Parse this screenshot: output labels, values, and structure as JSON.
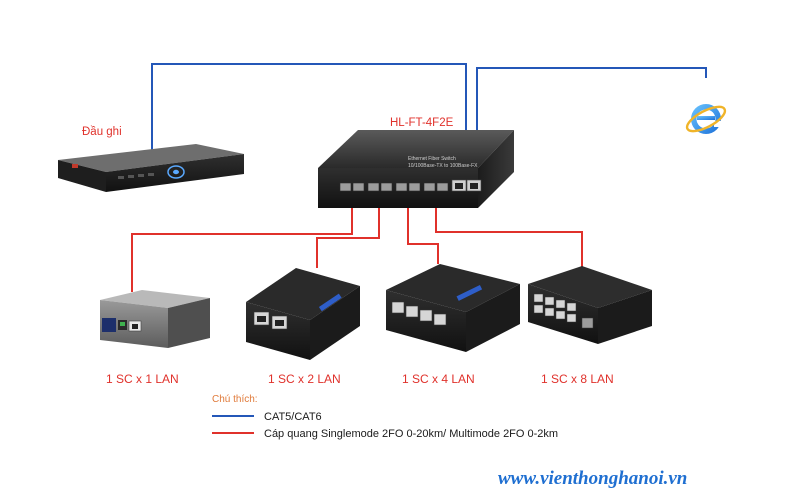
{
  "devices": {
    "recorder_label": "Đầu ghi",
    "switch_label": "HL-FT-4F2E",
    "switch_face_title": "Ethernet Fiber Switch",
    "switch_face_sub": "10/100Base-TX to 100Base-FX",
    "browser_icon": "internet-explorer-icon"
  },
  "converters": [
    {
      "label": "1 SC x 1 LAN"
    },
    {
      "label": "1 SC x 2 LAN"
    },
    {
      "label": "1 SC x 4 LAN"
    },
    {
      "label": "1 SC x 8 LAN"
    }
  ],
  "legend": {
    "title": "Chú thích:",
    "items": [
      {
        "label": "CAT5/CAT6",
        "color": "#2457b8"
      },
      {
        "label": "Cáp quang Singlemode 2FO 0-20km/ Multimode 2FO 0-2km",
        "color": "#e0312b"
      }
    ]
  },
  "website": "www.vienthonghanoi.vn",
  "colors": {
    "cat_cable": "#2457b8",
    "fiber_cable": "#e0312b"
  }
}
